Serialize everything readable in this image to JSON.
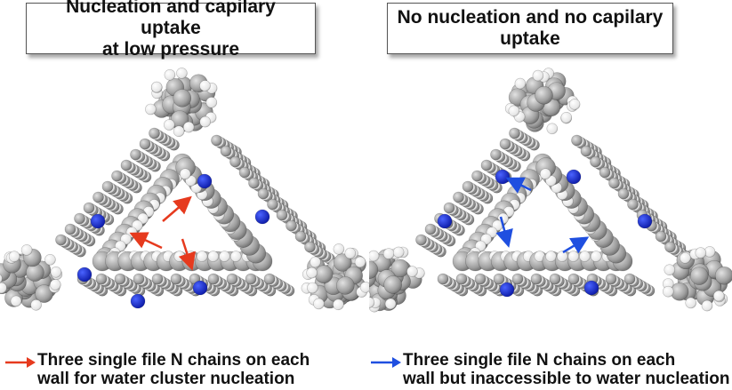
{
  "panels": {
    "left": {
      "title_line1": "Nucleation and capilary uptake",
      "title_line2": "at low pressure",
      "legend_line1": "Three single file N chains on each",
      "legend_line2": "wall for water cluster nucleation",
      "arrow_color": "#e63a1e"
    },
    "right": {
      "title_line1": "No nucleation and no capilary",
      "title_line2": "uptake",
      "legend_line1": "Three single file N chains on each",
      "legend_line2": "wall but inaccessible to water nucleation",
      "arrow_color": "#1f4fe0"
    }
  },
  "colors": {
    "carbon": "#a9a9a9",
    "hydrogen": "#f4f4f4",
    "nitrogen": "#1a2fd6"
  }
}
